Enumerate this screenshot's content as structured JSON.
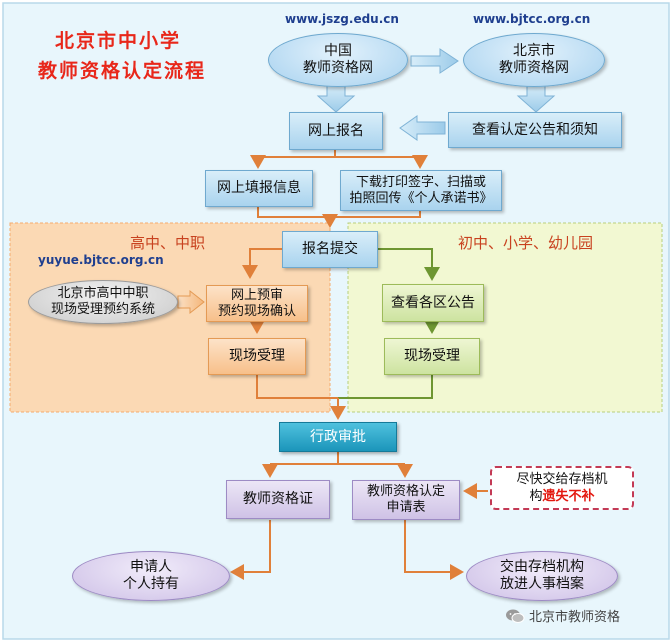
{
  "title": {
    "line1": "北京市中小学",
    "line2": "教师资格认定流程"
  },
  "urls": {
    "jszg": "www.jszg.edu.cn",
    "bjtcc": "www.bjtcc.org.cn",
    "yuyue": "yuyue.bjtcc.org.cn"
  },
  "nodes": {
    "china_site": {
      "line1": "中国",
      "line2": "教师资格网"
    },
    "beijing_site": {
      "line1": "北京市",
      "line2": "教师资格网"
    },
    "online_register": "网上报名",
    "view_notice": "查看认定公告和须知",
    "fill_info": "网上填报信息",
    "download_commitment": {
      "line1": "下载打印签字、扫描或",
      "line2": "拍照回传《个人承诺书》"
    },
    "submit": "报名提交",
    "booking_system": {
      "line1": "北京市高中中职",
      "line2": "现场受理预约系统"
    },
    "online_booking": {
      "line1": "网上预审",
      "line2": "预约现场确认"
    },
    "onsite_left": "现场受理",
    "view_district": "查看各区公告",
    "onsite_right": "现场受理",
    "admin_approval": "行政审批",
    "certificate": "教师资格证",
    "application_form": {
      "line1": "教师资格认定",
      "line2": "申请表"
    },
    "archive_note": {
      "line1": "尽快交给存档机",
      "line2_prefix": "构",
      "line2_emph": "遗失不补"
    },
    "personal_hold": {
      "line1": "申请人",
      "line2": "个人持有"
    },
    "archive_file": {
      "line1": "交由存档机构",
      "line2": "放进人事档案"
    }
  },
  "regions": {
    "high_school": "高中、中职",
    "junior_school": "初中、小学、幼儿园"
  },
  "watermark": "北京市教师资格",
  "icons": {
    "watermark_logo": "wechat-icon"
  },
  "colors": {
    "title_red": "#e8271a",
    "emphasis_red": "#e3180f",
    "arrow_orange": "#e0803a",
    "arrow_green": "#6e9632",
    "teal": "#1b95ba",
    "panel_blue": "#e8f6fc"
  }
}
